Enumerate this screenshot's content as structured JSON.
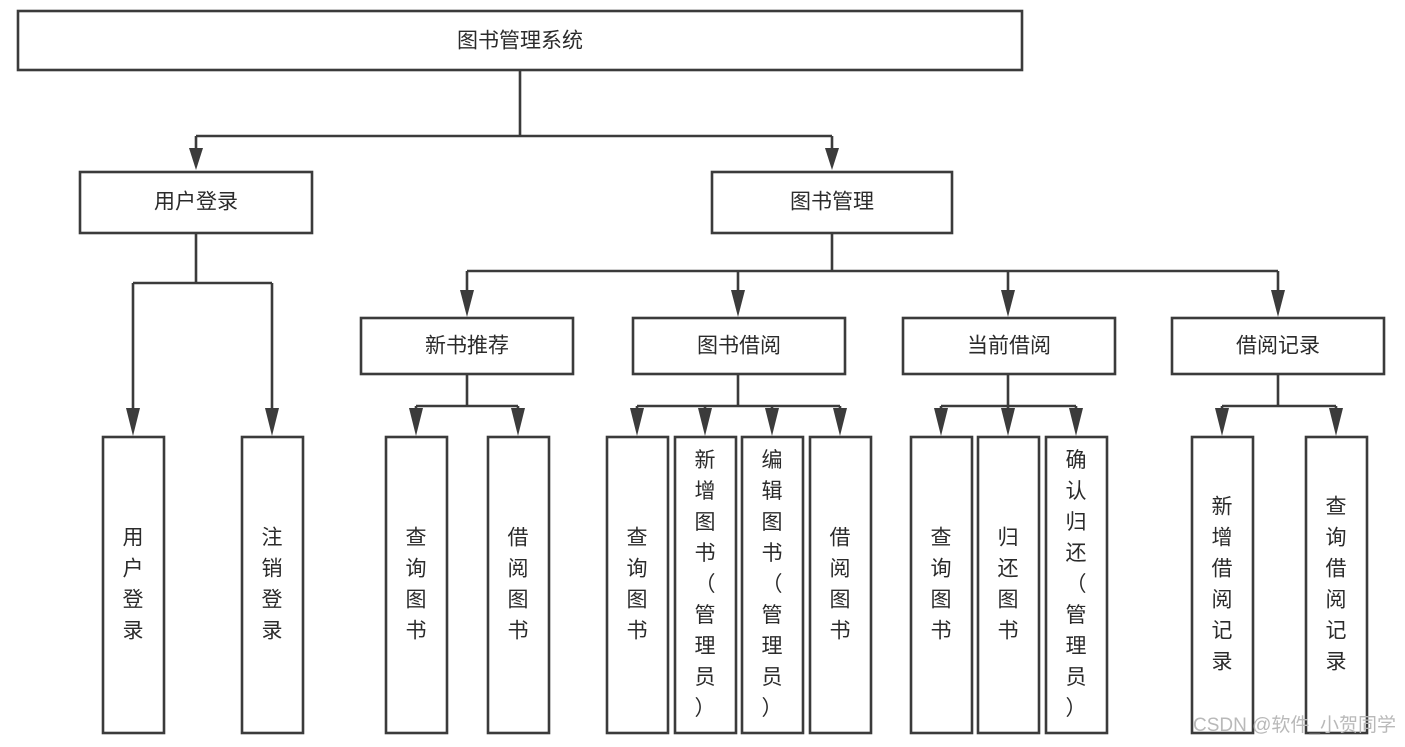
{
  "diagram": {
    "kind": "tree-structure-chart",
    "title": "图书管理系统",
    "background_color": "#ffffff",
    "box_stroke_color": "#3b3b3b",
    "text_color": "#2b2b2b",
    "connector_color": "#3b3b3b"
  },
  "nodes": {
    "root": {
      "label": "图书管理系统",
      "orientation": "horizontal"
    },
    "level1": [
      {
        "label": "用户登录",
        "orientation": "horizontal"
      },
      {
        "label": "图书管理",
        "orientation": "horizontal"
      }
    ],
    "level2": [
      {
        "label": "新书推荐",
        "orientation": "horizontal"
      },
      {
        "label": "图书借阅",
        "orientation": "horizontal"
      },
      {
        "label": "当前借阅",
        "orientation": "horizontal"
      },
      {
        "label": "借阅记录",
        "orientation": "horizontal"
      }
    ],
    "leaves_user_login": [
      {
        "label": "用户登录",
        "orientation": "vertical"
      },
      {
        "label": "注销登录",
        "orientation": "vertical"
      }
    ],
    "leaves_new_books": [
      {
        "label": "查询图书",
        "orientation": "vertical"
      },
      {
        "label": "借阅图书",
        "orientation": "vertical"
      }
    ],
    "leaves_borrow": [
      {
        "label": "查询图书",
        "orientation": "vertical"
      },
      {
        "label": "新增图书（管理员）",
        "orientation": "vertical"
      },
      {
        "label": "编辑图书（管理员）",
        "orientation": "vertical"
      },
      {
        "label": "借阅图书",
        "orientation": "vertical"
      }
    ],
    "leaves_current": [
      {
        "label": "查询图书",
        "orientation": "vertical"
      },
      {
        "label": "归还图书",
        "orientation": "vertical"
      },
      {
        "label": "确认归还（管理员）",
        "orientation": "vertical"
      }
    ],
    "leaves_records": [
      {
        "label": "新增借阅记录",
        "orientation": "vertical"
      },
      {
        "label": "查询借阅记录",
        "orientation": "vertical"
      }
    ]
  },
  "watermark": {
    "text": "CSDN @软件_小贺同学",
    "color": "#b9b9b9"
  }
}
